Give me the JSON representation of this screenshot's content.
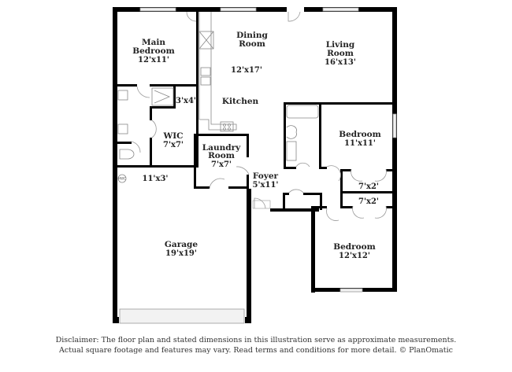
{
  "rooms": {
    "main_bedroom": {
      "name_line1": "Main",
      "name_line2": "Bedroom",
      "dims": "12'x11'"
    },
    "dining_room": {
      "name_line1": "Dining",
      "name_line2": "Room"
    },
    "kitchen_dining_dims": "12'x17'",
    "kitchen": {
      "name": "Kitchen"
    },
    "living_room": {
      "name_line1": "Living",
      "name_line2": "Room",
      "dims": "16'x13'"
    },
    "shower_closet": {
      "dims": "3'x4'"
    },
    "wic": {
      "name": "WIC",
      "dims": "7'x7'"
    },
    "laundry_room": {
      "name_line1": "Laundry",
      "name_line2": "Room",
      "dims": "7'x7'"
    },
    "bedroom_2": {
      "name": "Bedroom",
      "dims": "11'x11'"
    },
    "closet_1": {
      "dims": "7'x2'"
    },
    "closet_2": {
      "dims": "7'x2'"
    },
    "hall": {
      "dims": "11'x3'"
    },
    "foyer": {
      "name": "Foyer",
      "dims": "5'x11'"
    },
    "garage": {
      "name": "Garage",
      "dims": "19'x19'"
    },
    "bedroom_3": {
      "name": "Bedroom",
      "dims": "12'x12'"
    },
    "water_heater": {
      "label": "HWC"
    }
  },
  "disclaimer": {
    "line1": "Disclaimer: The floor plan and stated dimensions in this illustration serve as approximate measurements.",
    "line2": "Actual square footage and features may vary. Read terms and conditions for more detail. © PlanOmatic"
  }
}
